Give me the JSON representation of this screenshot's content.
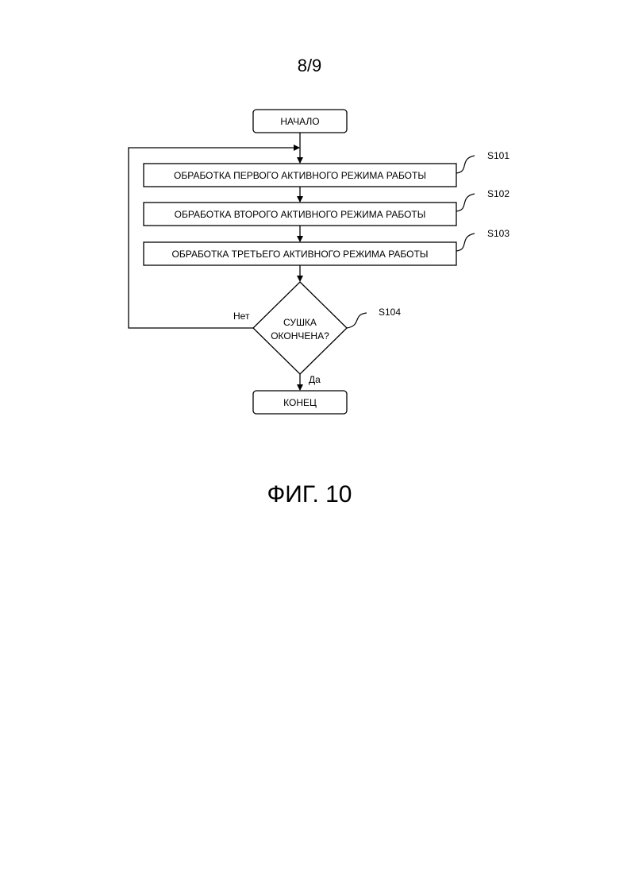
{
  "page": {
    "number": "8/9",
    "figure_label": "ФИГ. 10"
  },
  "flowchart": {
    "start": "НАЧАЛО",
    "steps": [
      {
        "label": "ОБРАБОТКА ПЕРВОГО АКТИВНОГО РЕЖИМА РАБОТЫ",
        "ref": "S101"
      },
      {
        "label": "ОБРАБОТКА ВТОРОГО АКТИВНОГО РЕЖИМА РАБОТЫ",
        "ref": "S102"
      },
      {
        "label": "ОБРАБОТКА ТРЕТЬЕГО АКТИВНОГО РЕЖИМА РАБОТЫ",
        "ref": "S103"
      }
    ],
    "decision": {
      "line1": "СУШКА",
      "line2": "ОКОНЧЕНА?",
      "ref": "S104",
      "no_label": "Нет",
      "yes_label": "Да"
    },
    "end": "КОНЕЦ"
  }
}
